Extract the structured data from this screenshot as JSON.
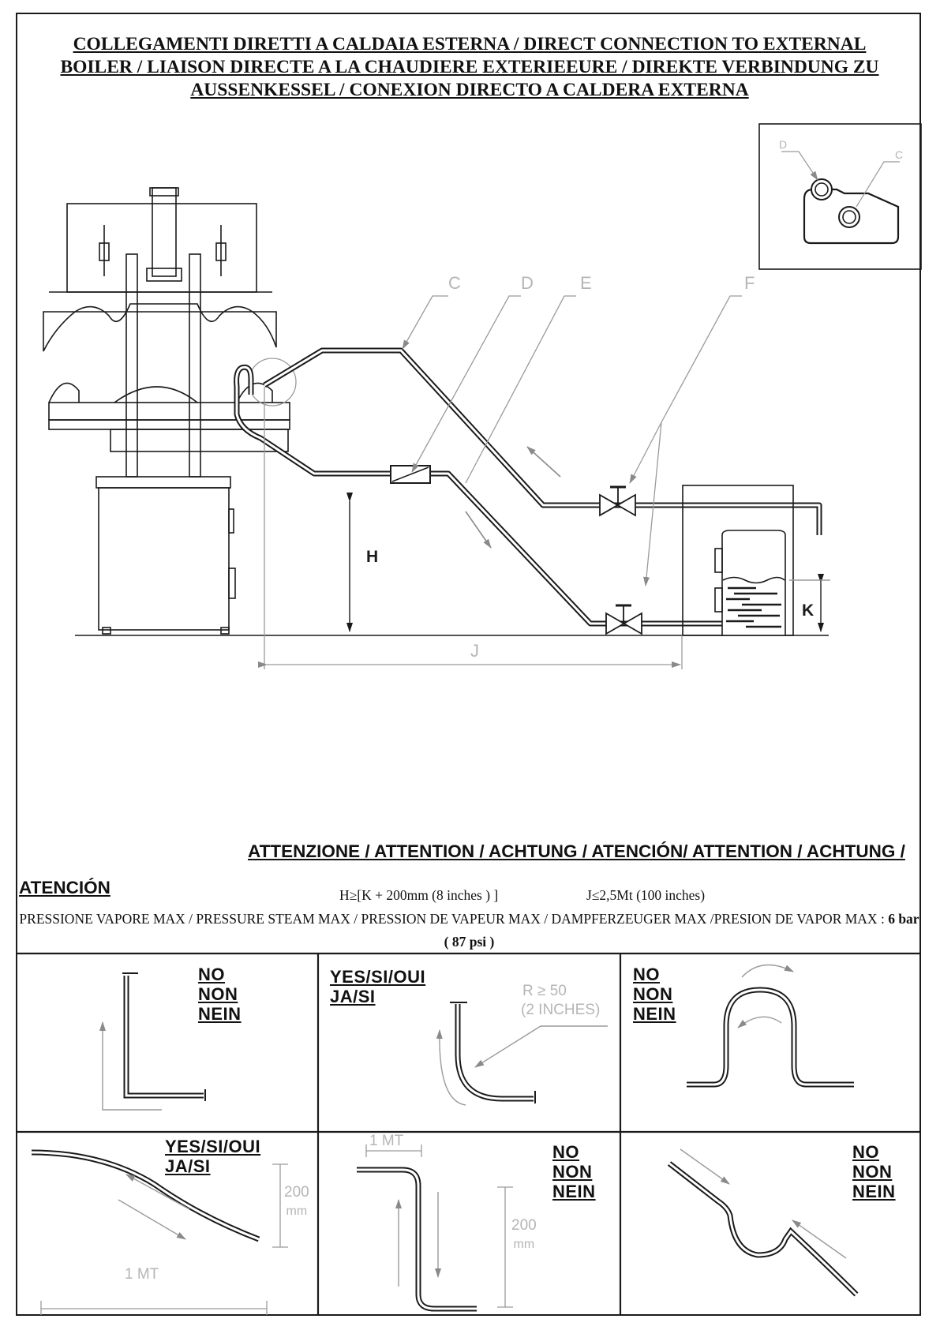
{
  "title": {
    "line1": "COLLEGAMENTI DIRETTI A CALDAIA ESTERNA / DIRECT CONNECTION TO EXTERNAL",
    "line2": "BOILER  / LIAISON DIRECTE A LA CHAUDIERE EXTERIEEURE / DIREKTE VERBINDUNG ZU",
    "line3": "AUSSENKESSEL / CONEXION DIRECTO A CALDERA EXTERNA"
  },
  "diagram_labels": {
    "c": "C",
    "d": "D",
    "e": "E",
    "f": "F",
    "h": "H",
    "j": "J",
    "k": "K",
    "detail_d": "D",
    "detail_c": "C"
  },
  "warning": "ATTENZIONE / ATTENTION / ACHTUNG / ATENCIÓN/ ATTENTION / ACHTUNG / ATENCIÓN",
  "formula_h": "H≥[K + 200mm (8 inches ) ]",
  "formula_j": "J≤2,5Mt (100 inches)",
  "pressure": {
    "text": "PRESSIONE VAPORE MAX / PRESSURE STEAM MAX / PRESSION DE VAPEUR MAX / DAMPFERZEUGER MAX /PRESION DE VAPOR MAX :",
    "value": "6 bar ( 87 psi )"
  },
  "cells": {
    "c1": {
      "line1": "NO",
      "line2": "NON",
      "line3": "NEIN"
    },
    "c2": {
      "line1": "YES/SI/OUI",
      "line2": "JA/SI",
      "radius": "R ≥ 50",
      "radius_sub": "(2 INCHES)"
    },
    "c3": {
      "line1": "NO",
      "line2": "NON",
      "line3": "NEIN"
    },
    "c4": {
      "line1": "YES/SI/OUI",
      "line2": "JA/SI",
      "height": "200",
      "height_unit": "mm",
      "length": "1 MT"
    },
    "c5": {
      "line1": "NO",
      "line2": "NON",
      "line3": "NEIN",
      "length": "1 MT",
      "height": "200",
      "height_unit": "mm"
    },
    "c6": {
      "line1": "NO",
      "line2": "NON",
      "line3": "NEIN"
    }
  },
  "colors": {
    "ink": "#1a1a1a",
    "leader": "#9a9a9a",
    "faint": "#b5b5b5"
  }
}
